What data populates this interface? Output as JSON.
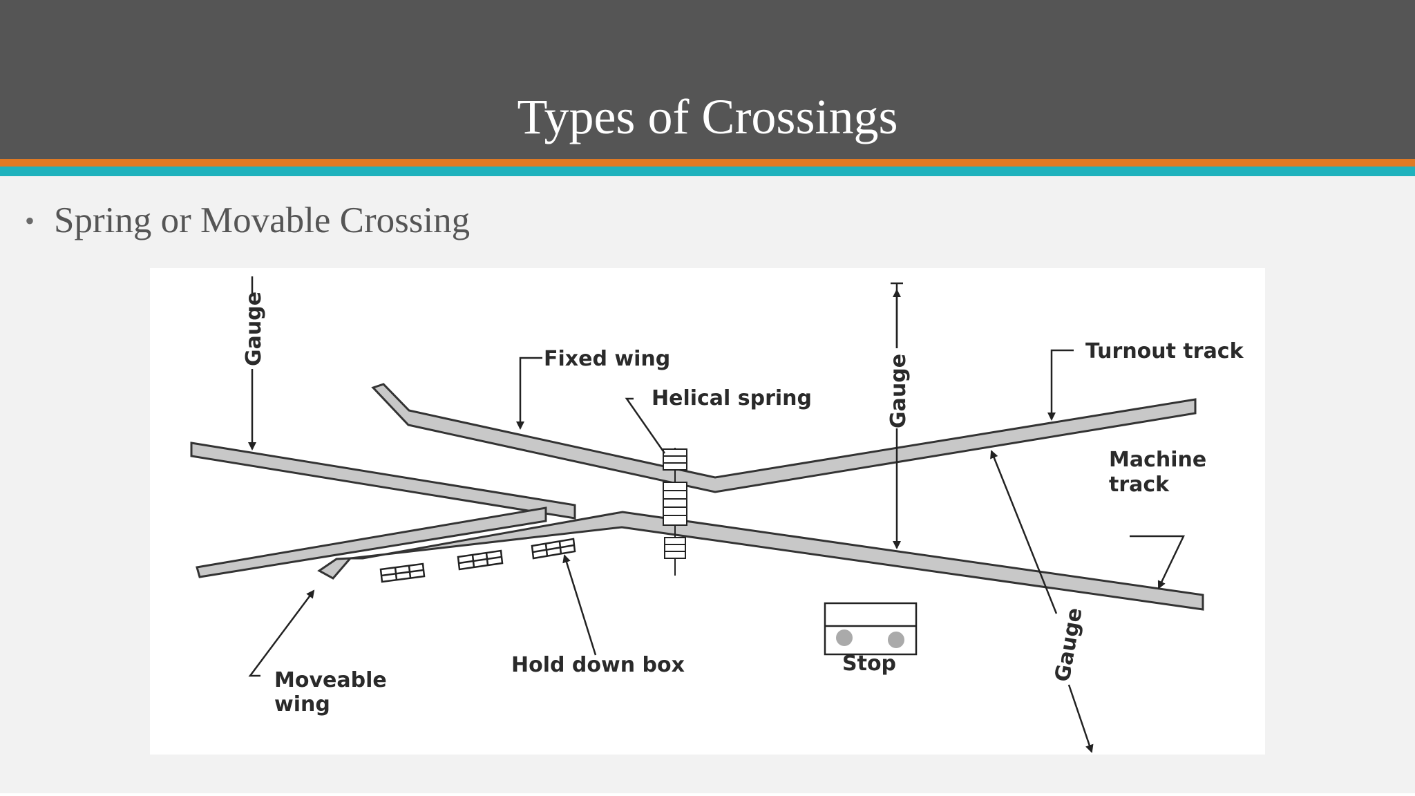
{
  "slide": {
    "title": "Types of Crossings",
    "bullet": "Spring or Movable Crossing",
    "colors": {
      "header": "#555555",
      "accent_orange": "#e07a24",
      "accent_teal": "#1fb2bd",
      "background": "#f2f2f2"
    }
  },
  "diagram": {
    "labels": {
      "gauge_left": "Gauge",
      "gauge_center": "Gauge",
      "gauge_right": "Gauge",
      "fixed_wing": "Fixed wing",
      "helical_spring": "Helical spring",
      "turnout_track": "Turnout track",
      "machine_track_line1": "Machine",
      "machine_track_line2": "track",
      "moveable_wing_line1": "Moveable",
      "moveable_wing_line2": "wing",
      "hold_down_box": "Hold down box",
      "stop": "Stop"
    }
  }
}
